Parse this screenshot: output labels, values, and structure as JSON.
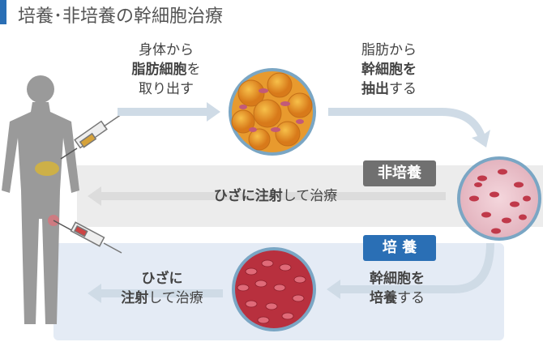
{
  "title": "培養･非培養の幹細胞治療",
  "step1": {
    "line1": "身体から",
    "line2_bold": "脂肪細胞",
    "line2_rest": "を",
    "line3": "取り出す"
  },
  "step2": {
    "line1": "脂肪から",
    "line2_bold": "幹細胞を",
    "line3_bold": "抽出",
    "line3_rest": "する"
  },
  "non_cultured": {
    "badge": "非培養",
    "bold": "ひざに注射",
    "rest": "して治療"
  },
  "cultured": {
    "badge": "培 養",
    "step_bold": "幹細胞を",
    "step2_bold": "培養",
    "step2_rest": "する",
    "inject_bold1": "ひざに",
    "inject_bold2": "注射",
    "inject_rest": "して治療"
  },
  "colors": {
    "accent": "#2a6fb5",
    "gray_badge": "#707070",
    "fat": "#e8922a",
    "cell": "#c0394a"
  }
}
